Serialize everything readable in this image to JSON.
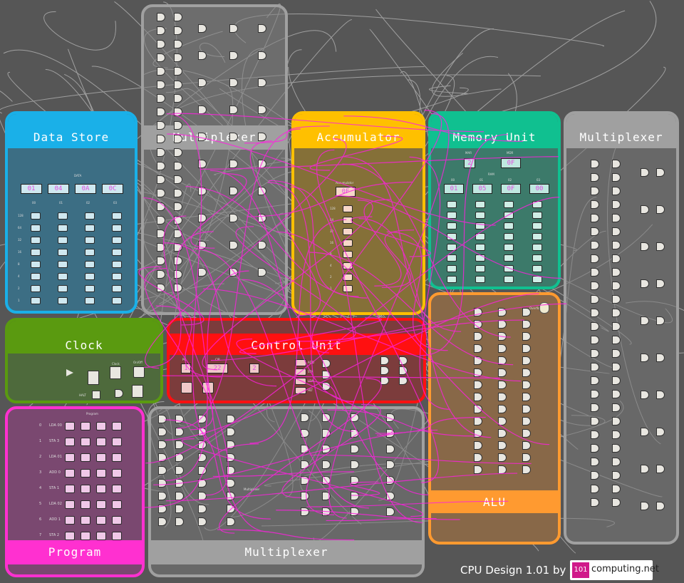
{
  "app": {
    "credit": "CPU Design 1.01 by",
    "logo_mark": "101",
    "logo_text": "computing.net"
  },
  "modules": {
    "data_store": {
      "title": "Data Store",
      "color": "#1ab0e8"
    },
    "mux_top": {
      "title": "Multiplexer",
      "color": "#a0a0a0"
    },
    "accumulator": {
      "title": "Accumulator",
      "color": "#ffc000"
    },
    "memory_unit": {
      "title": "Memory Unit",
      "color": "#10c090"
    },
    "mux_right": {
      "title": "Multiplexer",
      "color": "#a0a0a0"
    },
    "clock": {
      "title": "Clock",
      "color": "#5a9a10"
    },
    "control_unit": {
      "title": "Control Unit",
      "color": "#ff1010"
    },
    "program": {
      "title": "Program",
      "color": "#ff30d0"
    },
    "mux_bottom": {
      "title": "Multiplexer",
      "color": "#a0a0a0"
    },
    "alu": {
      "title": "ALU",
      "color": "#ff9a30"
    }
  },
  "data_store": {
    "label": "DATA",
    "displays": [
      "01",
      "04",
      "0A",
      "0C"
    ],
    "columns": [
      "00",
      "01",
      "02",
      "03"
    ],
    "bits": [
      "128",
      "64",
      "32",
      "16",
      "8",
      "4",
      "2",
      "1"
    ]
  },
  "accumulator": {
    "label": "Accumulator",
    "display": "0F",
    "bits": [
      "128",
      "64",
      "32",
      "16",
      "8",
      "4",
      "2",
      "1"
    ]
  },
  "memory_unit": {
    "mar_label": "MAR",
    "mar_value": "2",
    "mdr_label": "MDR",
    "mdr_value": "0F",
    "ram_label": "RAM",
    "columns": [
      "00",
      "01",
      "02",
      "03"
    ],
    "displays": [
      "01",
      "05",
      "0F",
      "00"
    ]
  },
  "clock": {
    "clock_label": "Clock",
    "onoff_label": "On/Off",
    "halt_label": "HALT"
  },
  "control_unit": {
    "pc_label": "PC",
    "pc_value": "1",
    "cir_label": "CIR",
    "cir_value": "22",
    "decoder_value": "2",
    "instructions": [
      "ADD",
      "STA",
      "LDA",
      "HLT"
    ]
  },
  "program": {
    "label": "Program",
    "rows": [
      {
        "addr": "0",
        "instr": "LDA 00"
      },
      {
        "addr": "1",
        "instr": "STA 3"
      },
      {
        "addr": "2",
        "instr": "LDA 01"
      },
      {
        "addr": "3",
        "instr": "ADD 0"
      },
      {
        "addr": "4",
        "instr": "STA 1"
      },
      {
        "addr": "5",
        "instr": "LDA 02"
      },
      {
        "addr": "6",
        "instr": "ADD 1"
      },
      {
        "addr": "7",
        "instr": "STA 2"
      }
    ]
  },
  "mux_bottom": {
    "inner_label": "Multiplexer"
  },
  "alu": {
    "display_label": "Overflow"
  }
}
